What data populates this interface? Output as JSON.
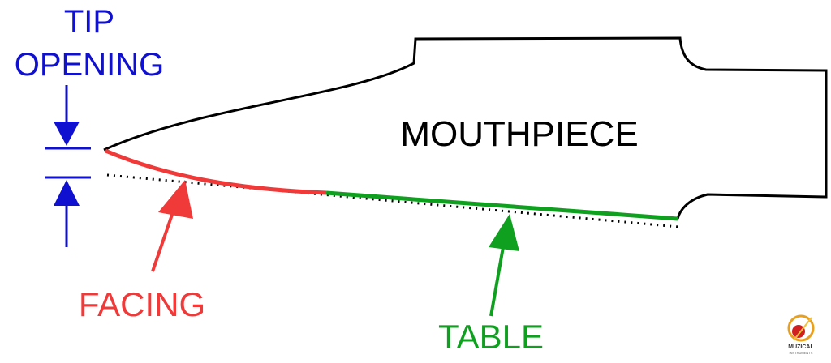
{
  "labels": {
    "tip_line1": "TIP",
    "tip_line2": "OPENING",
    "mouthpiece": "MOUTHPIECE",
    "facing": "FACING",
    "table": "TABLE"
  },
  "logo": {
    "text": "MUZICAL",
    "subtext": "INSTRUMENTS"
  },
  "colors": {
    "tip": "#1010d0",
    "facing": "#f03a3a",
    "table": "#10a020",
    "outline": "#000000"
  }
}
